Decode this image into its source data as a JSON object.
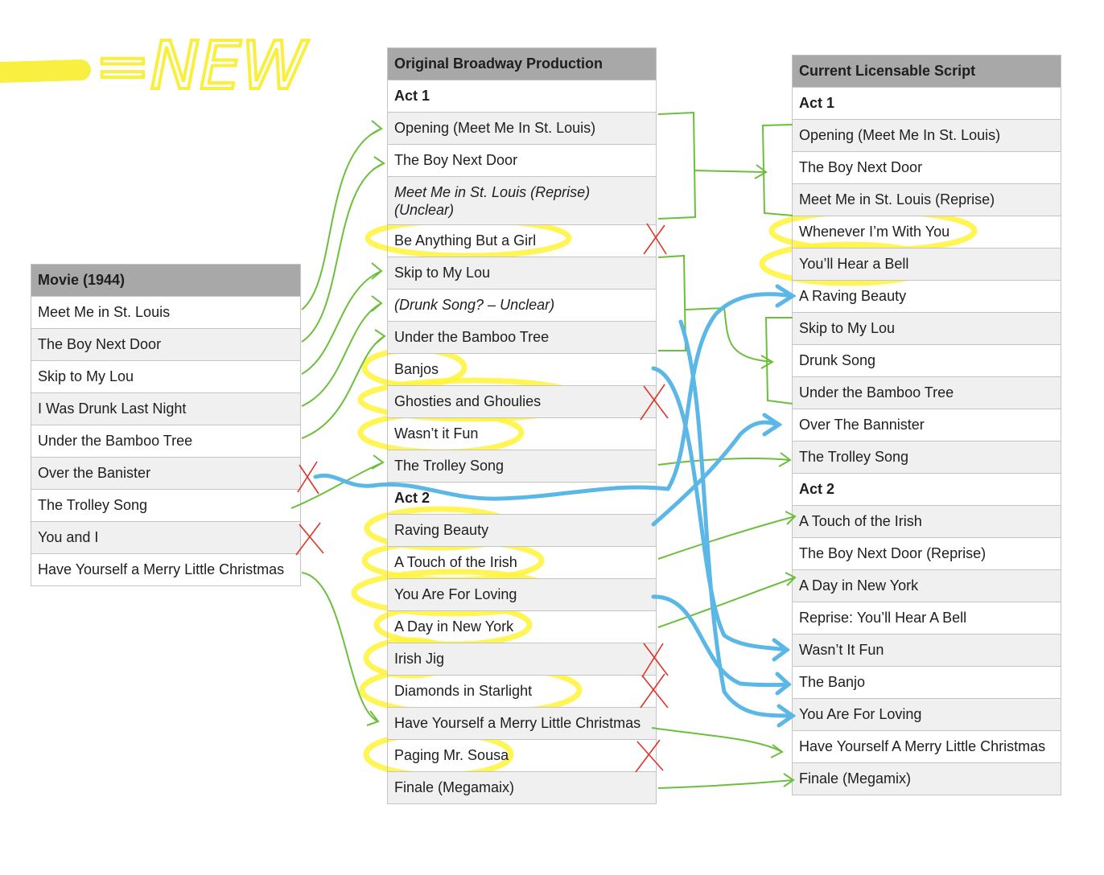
{
  "legend": {
    "text": "=NEW"
  },
  "colors": {
    "highlight": "#fff33a",
    "new_marker": "#f8ef40",
    "green_arrow": "#6cbf3c",
    "blue_arrow": "#5ab7e6",
    "red_cross": "#e0342a",
    "header_bg": "#a8a8a8",
    "alt_row_bg": "#f0f0f0"
  },
  "movie": {
    "title": "Movie (1944)",
    "rows": [
      "Meet Me in St. Louis",
      "The Boy Next Door",
      "Skip to My Lou",
      "I Was Drunk Last Night",
      "Under the Bamboo Tree",
      "Over the Banister",
      "The Trolley Song",
      "You and I",
      "Have Yourself a Merry Little Christmas"
    ]
  },
  "broadway": {
    "title": "Original Broadway Production",
    "rows": [
      "Act 1",
      "Opening (Meet Me In St. Louis)",
      "The Boy Next Door",
      "Meet Me in St. Louis (Reprise) (Unclear)",
      "Be Anything But a Girl",
      "Skip to My Lou",
      "(Drunk Song? – Unclear)",
      "Under the Bamboo Tree",
      "Banjos",
      "Ghosties and Ghoulies",
      "Wasn’t it Fun",
      "The Trolley Song",
      "Act 2",
      "Raving Beauty",
      "A Touch of the Irish",
      "You Are For Loving",
      "A Day in New York",
      "Irish Jig",
      "Diamonds in Starlight",
      "Have Yourself a Merry Little Christmas",
      "Paging Mr. Sousa",
      "Finale (Megamaix)"
    ]
  },
  "script": {
    "title": "Current Licensable Script",
    "rows": [
      "Act 1",
      "Opening (Meet Me In St. Louis)",
      "The Boy Next Door",
      "Meet Me in St. Louis (Reprise)",
      "Whenever I’m With You",
      "You’ll Hear a Bell",
      "A Raving Beauty",
      "Skip to My Lou",
      "Drunk Song",
      "Under the Bamboo Tree",
      "Over The Bannister",
      "The Trolley Song",
      "Act 2",
      "A Touch of the Irish",
      "The Boy Next Door (Reprise)",
      "A Day in New York",
      "Reprise: You’ll Hear A Bell",
      "Wasn’t It Fun",
      "The Banjo",
      "You Are For Loving",
      "Have Yourself A Merry Little Christmas",
      "Finale (Megamix)"
    ]
  }
}
